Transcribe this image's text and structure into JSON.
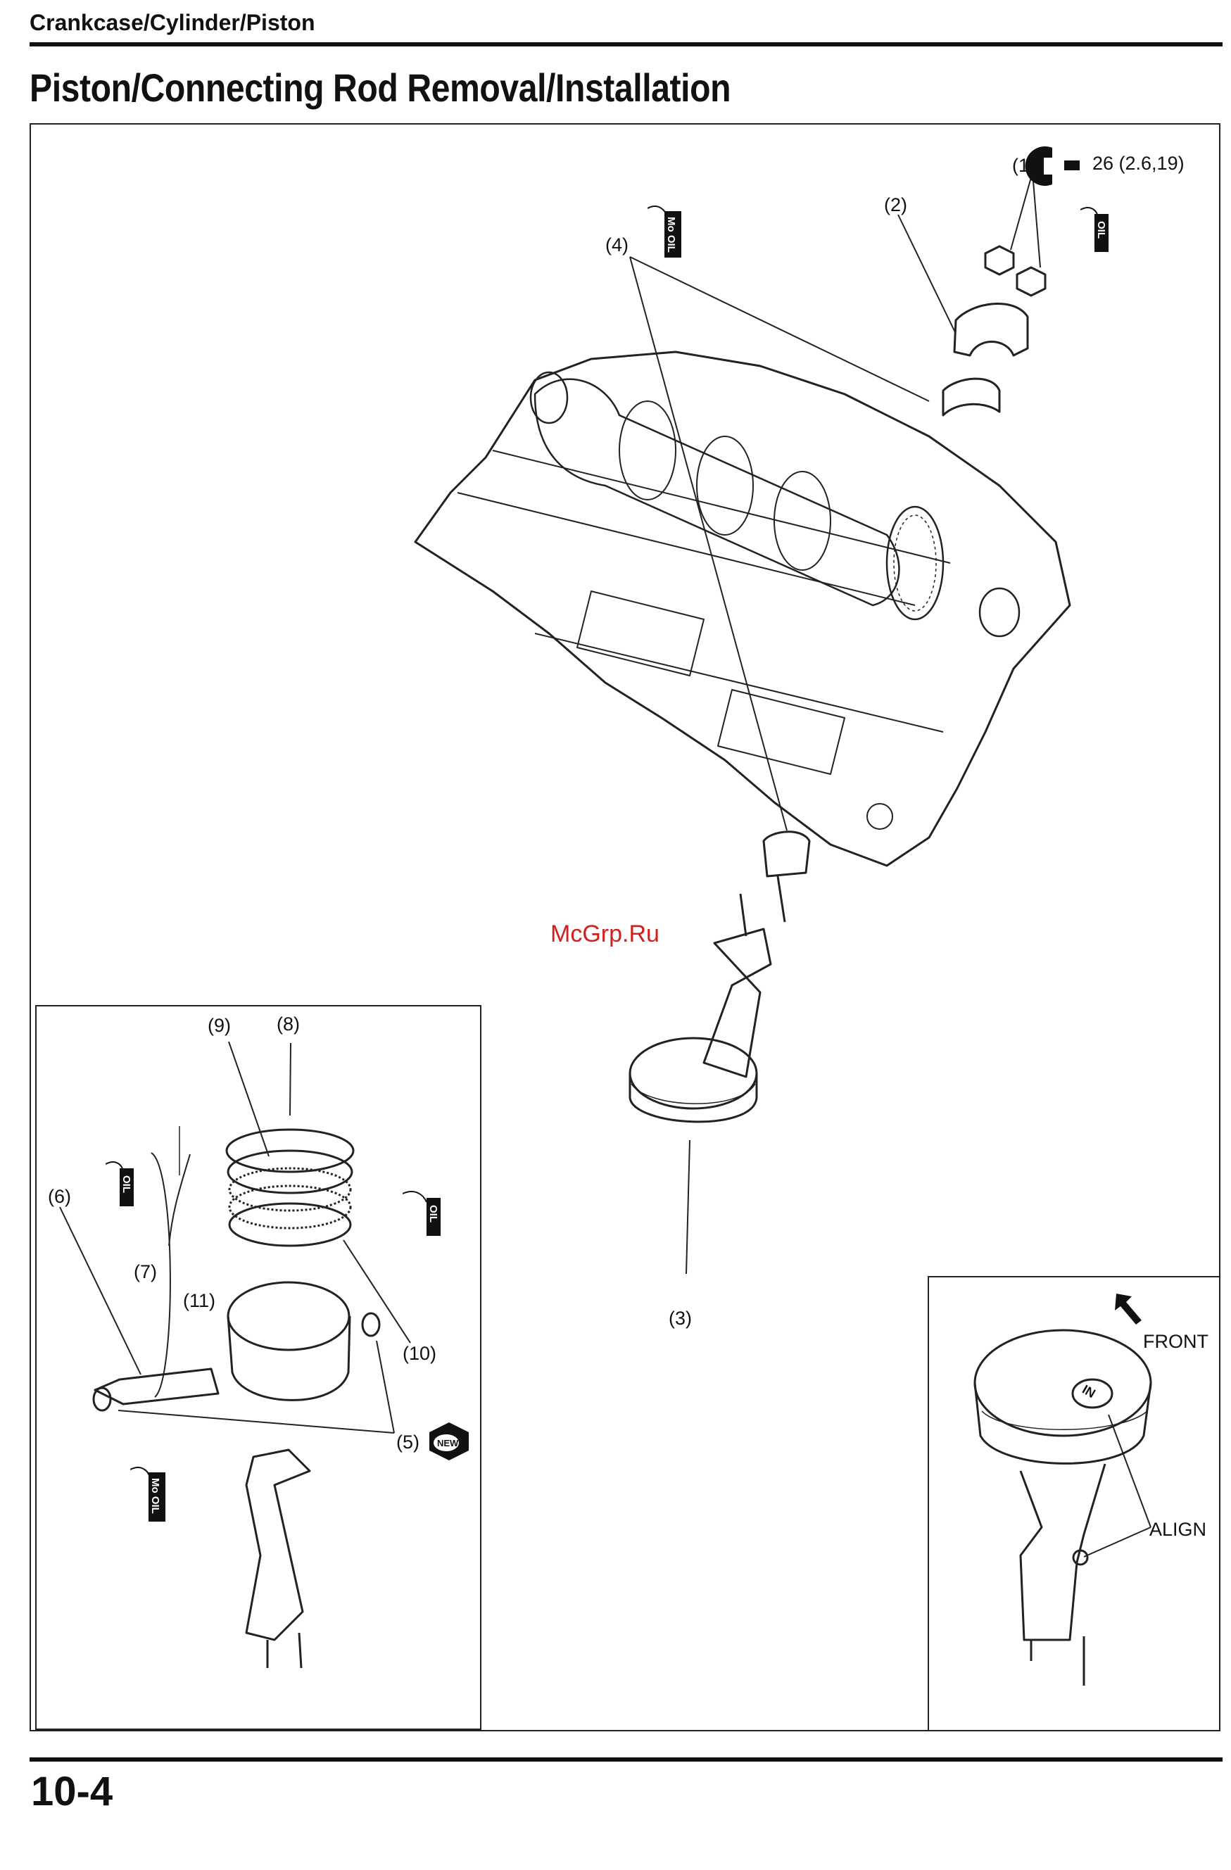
{
  "header": {
    "section": "Crankcase/Cylinder/Piston",
    "title": "Piston/Connecting Rod Removal/Installation"
  },
  "callouts": {
    "c1": "(1)",
    "torque": "26 (2.6,19)",
    "c2": "(2)",
    "c3": "(3)",
    "c4": "(4)",
    "c5": "(5)",
    "c6": "(6)",
    "c7": "(7)",
    "c8": "(8)",
    "c9": "(9)",
    "c10": "(10)",
    "c11": "(11)"
  },
  "inset_right": {
    "front": "FRONT",
    "align": "ALIGN",
    "mark": "IN"
  },
  "icons": {
    "oil": "OIL",
    "mo_oil": "Mo OIL",
    "new": "NEW"
  },
  "watermark": "McGrp.Ru",
  "footer": {
    "page_number": "10-4"
  }
}
